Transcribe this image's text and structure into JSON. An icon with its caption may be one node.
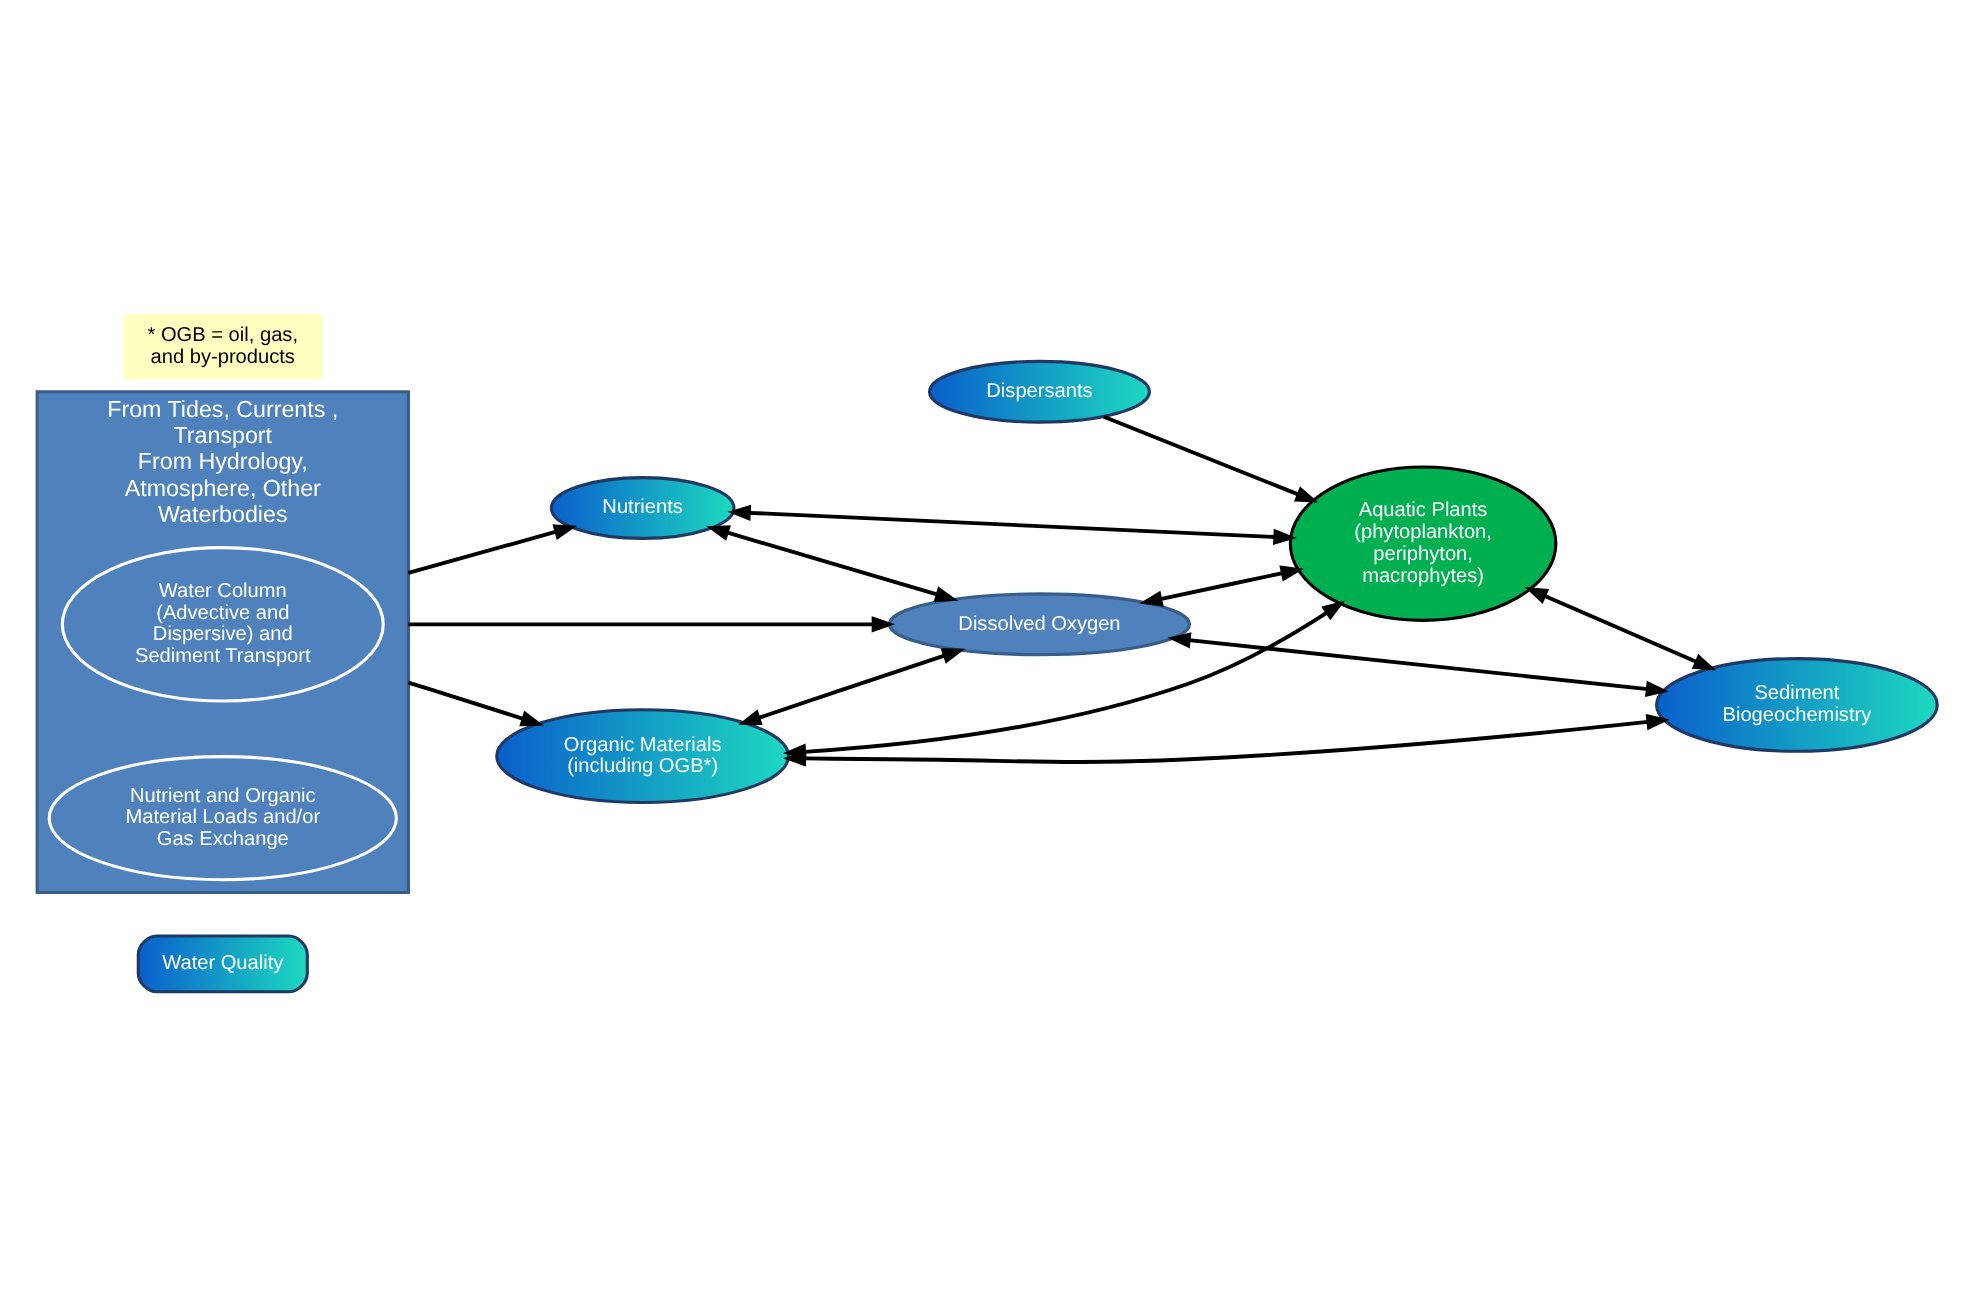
{
  "diagram": {
    "nodes": [
      {
        "text": [
          "Water Quality"
        ]
      },
      {
        "text": [
          "From Tides, Currents , Transport",
          "From Hydrology, Atmosphere, Other Waterbodies"
        ]
      },
      {
        "text": [
          "Water Column (Advective and Dispersive) and Sediment Transport"
        ],
        "in": 1
      },
      {
        "text": [
          "Nutrient and Organic Material Loads and/or Gas Exchange"
        ],
        "in": 1
      },
      {
        "text": [
          "Nutrients"
        ]
      },
      {
        "text": [
          "Dispersants"
        ]
      },
      {
        "text": [
          "Organic Materials (including OGB*)"
        ]
      },
      {
        "text": [
          "Aquatic Plants (phytoplankton, periphyton, macrophytes)"
        ]
      },
      {
        "text": [
          "Dissolved Oxygen"
        ]
      },
      {
        "text": [
          "Sediment Biogeochemistry"
        ]
      }
    ],
    "edges": [
      {
        "from": 1,
        "to": 4,
        "arrow": "to"
      },
      {
        "from": 1,
        "to": 6,
        "arrow": "to"
      },
      {
        "from": 1,
        "to": 8,
        "arrow": "to"
      },
      {
        "from": 5,
        "to": 7,
        "arrow": "to"
      },
      {
        "from": 4,
        "to": 7,
        "arrow": "both"
      },
      {
        "from": 4,
        "to": 8,
        "arrow": "both"
      },
      {
        "from": 6,
        "to": 7,
        "arrow": "both"
      },
      {
        "from": 6,
        "to": 8,
        "arrow": "both"
      },
      {
        "from": 6,
        "to": 9,
        "arrow": "both"
      },
      {
        "from": 8,
        "to": 7,
        "arrow": "both"
      },
      {
        "from": 8,
        "to": 9,
        "arrow": "both"
      },
      {
        "from": 7,
        "to": 9,
        "arrow": "both"
      }
    ],
    "labels": [
      "* OGB = oil, gas, and by-products"
    ]
  }
}
